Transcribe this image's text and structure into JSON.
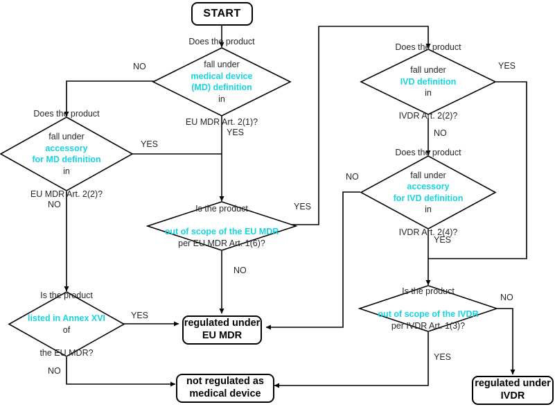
{
  "diagram": {
    "title": "EU MDR / IVDR product qualification flowchart",
    "highlight_color": "#16d4e0",
    "line_color": "#000000",
    "text_color": "#262626"
  },
  "nodes": {
    "start": {
      "label": "START"
    },
    "md_definition": {
      "line1_pre": "Does the product",
      "line2_pre": "fall under ",
      "line2_hl": "medical device",
      "line3_hl": "(MD) definition",
      "line3_post": " in",
      "line4": "EU MDR Art. 2(1)?"
    },
    "accessory_md": {
      "line1": "Does the product",
      "line2_pre": "fall under ",
      "line2_hl": "accessory",
      "line3_hl": "for MD definition",
      "line3_post": " in",
      "line4": "EU MDR Art. 2(2)?"
    },
    "out_of_scope_mdr": {
      "line1": "Is the product",
      "line2_hl": "out of scope of the EU MDR",
      "line3": "per EU MDR Art. 1(6)?"
    },
    "annex_xvi": {
      "line1": "Is the product",
      "line2_hl": "listed in Annex XVI",
      "line2_post": " of",
      "line3": "the EU MDR?"
    },
    "ivd_definition": {
      "line1": "Does the product",
      "line2_pre": "fall under ",
      "line2_hl": "IVD definition",
      "line2_post": " in",
      "line3": "IVDR Art. 2(2)?"
    },
    "accessory_ivd": {
      "line1": "Does the product",
      "line2_pre": "fall under ",
      "line2_hl": "accessory",
      "line3_hl": "for IVD definition",
      "line3_post": " in",
      "line4": "IVDR Art. 2(4)?"
    },
    "out_of_scope_ivdr": {
      "line1": "Is the product",
      "line2_hl": "out of scope of the IVDR",
      "line3": "per IVDR Art. 1(3)?"
    },
    "regulated_mdr": {
      "line1": "regulated under",
      "line2": "EU MDR"
    },
    "regulated_ivdr": {
      "line1": "regulated under",
      "line2": "IVDR"
    },
    "not_regulated": {
      "line1": "not regulated as",
      "line2": "medical device"
    }
  },
  "edge_labels": {
    "md_no": "NO",
    "md_yes": "YES",
    "accessory_md_yes": "YES",
    "accessory_md_no": "NO",
    "out_of_scope_mdr_yes": "YES",
    "out_of_scope_mdr_no": "NO",
    "annex_xvi_yes": "YES",
    "annex_xvi_no": "NO",
    "ivd_yes": "YES",
    "ivd_no": "NO",
    "accessory_ivd_no": "NO",
    "accessory_ivd_yes": "YES",
    "out_of_scope_ivdr_no": "NO",
    "out_of_scope_ivdr_yes": "YES"
  }
}
